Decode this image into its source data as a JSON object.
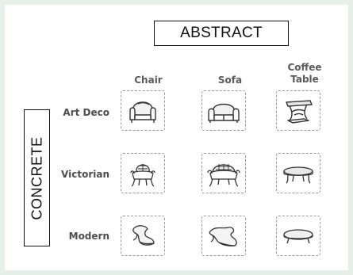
{
  "abstract_label": "ABSTRACT",
  "concrete_label": "CONCRETE",
  "columns": [
    "Chair",
    "Sofa",
    "Coffee\nTable"
  ],
  "column_lines": [
    [
      "Chair"
    ],
    [
      "Sofa"
    ],
    [
      "Coffee",
      "Table"
    ]
  ],
  "rows": [
    "Art Deco",
    "Victorian",
    "Modern"
  ],
  "icons": {
    "art_deco": [
      "art-deco-chair-icon",
      "art-deco-sofa-icon",
      "art-deco-coffee-table-icon"
    ],
    "victorian": [
      "victorian-chair-icon",
      "victorian-sofa-icon",
      "victorian-coffee-table-icon"
    ],
    "modern": [
      "modern-chair-icon",
      "modern-sofa-icon",
      "modern-coffee-table-icon"
    ]
  },
  "colors": {
    "background": "#e6f0ea",
    "panel": "#ffffff",
    "label_text": "#5a5a5a",
    "cell_border": "#9a9a9a"
  }
}
